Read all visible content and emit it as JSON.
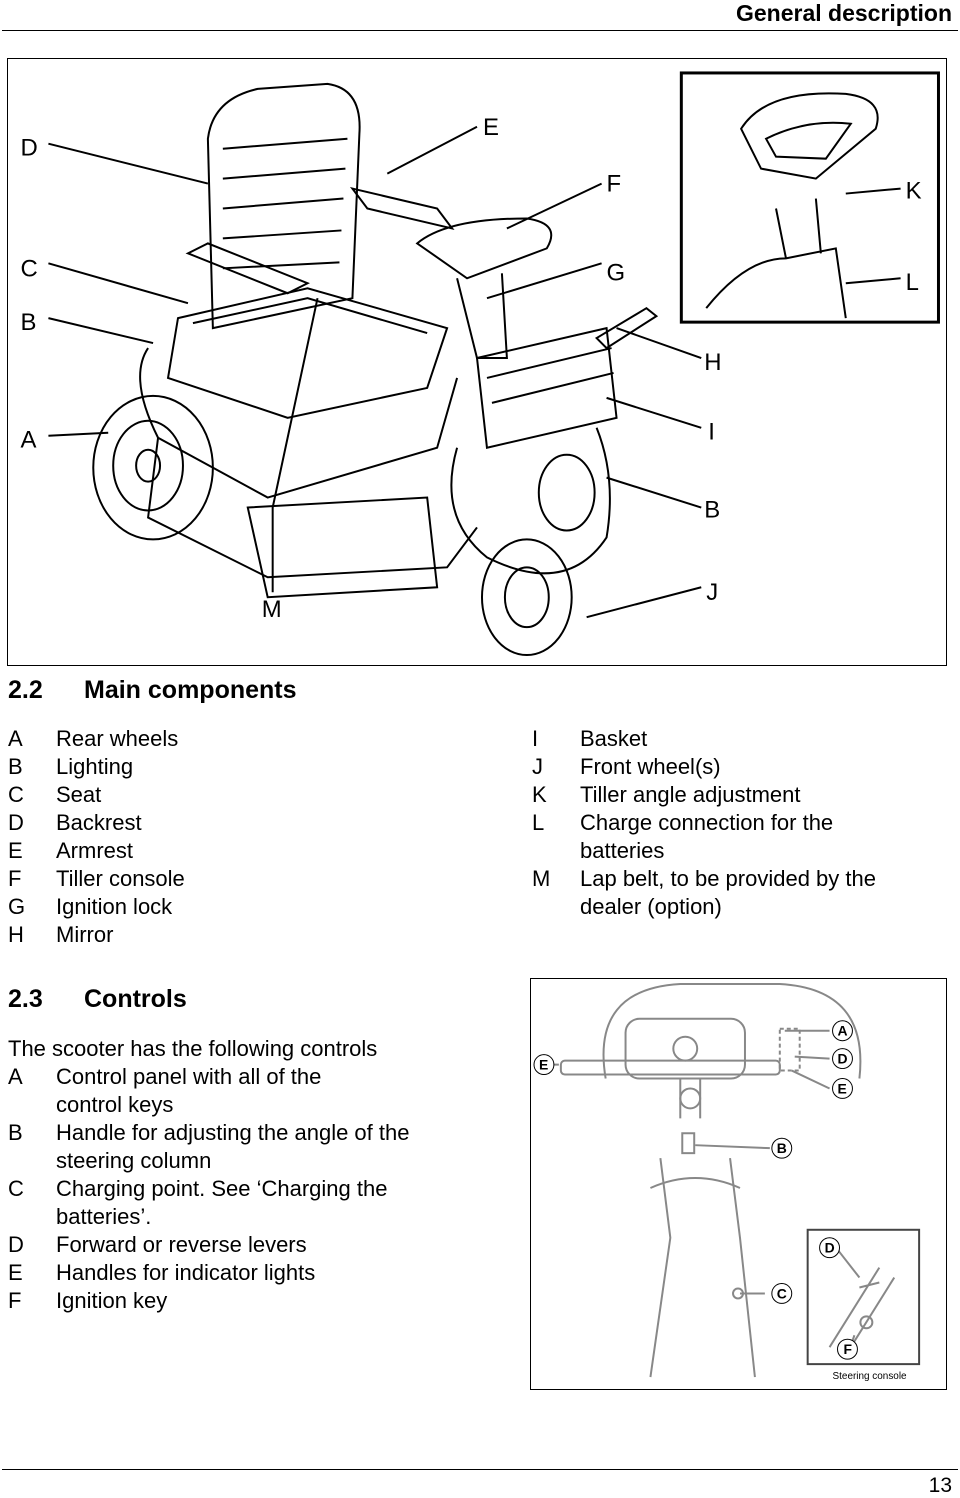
{
  "header": {
    "title": "General description"
  },
  "main_figure": {
    "callouts": [
      "D",
      "E",
      "F",
      "G",
      "C",
      "B",
      "A",
      "M",
      "H",
      "I",
      "B",
      "J"
    ],
    "inset_callouts": [
      "K",
      "L"
    ]
  },
  "section_22": {
    "number": "2.2",
    "title": "Main components",
    "left_items": [
      {
        "key": "A",
        "text": "Rear wheels"
      },
      {
        "key": "B",
        "text": "Lighting"
      },
      {
        "key": "C",
        "text": "Seat"
      },
      {
        "key": "D",
        "text": "Backrest"
      },
      {
        "key": "E",
        "text": "Armrest"
      },
      {
        "key": "F",
        "text": "Tiller console"
      },
      {
        "key": "G",
        "text": "Ignition lock"
      },
      {
        "key": "H",
        "text": "Mirror"
      }
    ],
    "right_items": [
      {
        "key": "I",
        "text": "Basket"
      },
      {
        "key": "J",
        "text": "Front wheel(s)"
      },
      {
        "key": "K",
        "text": "Tiller angle adjustment"
      },
      {
        "key": "L",
        "text": "Charge connection for the batteries"
      },
      {
        "key": "M",
        "text": "Lap belt, to be provided by the dealer (option)"
      }
    ]
  },
  "section_23": {
    "number": "2.3",
    "title": "Controls",
    "intro": "The scooter has the following controls",
    "items": [
      {
        "key": "A",
        "text": "Control panel with all of the control keys"
      },
      {
        "key": "B",
        "text": "Handle for adjusting the angle of the steering column"
      },
      {
        "key": "C",
        "text": "Charging point. See ‘Charging the batteries’."
      },
      {
        "key": "D",
        "text": "Forward or reverse levers"
      },
      {
        "key": "E",
        "text": "Handles for indicator lights"
      },
      {
        "key": "F",
        "text": "Ignition key"
      }
    ]
  },
  "controls_figure": {
    "callouts": [
      "A",
      "D",
      "E",
      "E",
      "B",
      "C",
      "D",
      "F"
    ],
    "caption": "Steering console"
  },
  "footer": {
    "page_number": "13"
  }
}
